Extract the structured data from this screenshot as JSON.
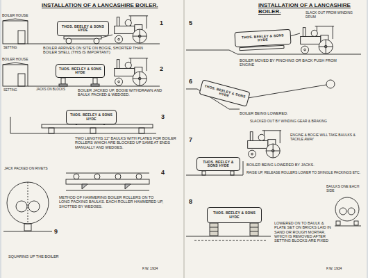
{
  "diagram": {
    "title": "INSTALLATION OF A LANCASHIRE BOILER.",
    "nodes": [
      {
        "text": [
          "THOS. BEELEY & SONS HYDE"
        ]
      },
      {
        "text": [
          "THOS. BEELEY & SONS HYDE"
        ]
      },
      {
        "text": [
          "THOS. BEELEY & SONS HYDE"
        ]
      },
      {
        "text": [
          "THOS. BEELEY & SONS HYDE"
        ]
      },
      {
        "text": [
          "THOS. BEELEY & SONS HYDE"
        ]
      },
      {
        "text": [
          "THOS. BEELEY & SONS HYDE"
        ]
      },
      {
        "text": [
          "THOS. BEELEY & SONS HYDE"
        ]
      }
    ],
    "labels": [
      "INSTALLATION OF A LANCASHIRE BOILER.",
      "BOILER HOUSE",
      "SETTING",
      "1",
      "BOILER ARRIVES ON SITE ON BOGIE, SHORTER THAN BOILER SHELL (THIS IS IMPORTANT)",
      "BOILER HOUSE",
      "2",
      "JACKS ON BLOCKS",
      "SETTING",
      "BOILER JACKED UP, BOGIE WITHDRAWN AND BAULK PACKED & WEDGED.",
      "3",
      "TWO LENGTHS 12\" BAULKS WITH PLATES FOR BOILER ROLLERS WHICH ARE BLOCKED UP SAME AT ENDS MANUALLY AND WEDGES.",
      "4",
      "METHOD OF HAMMERING BOILER ROLLERS ON TO LONG PACKING BAULKS. EACH ROLLER HAMMERED UP, SHOTTED BY WEDGES.",
      "JACK PACKED ON RIVETS",
      "9",
      "SQUARING UP THE BOILER",
      "F.W. 1934",
      "5",
      "SLACK OUT FROM WINDING DRUM",
      "BOILER MOVED BY PINCHING OR BACK PUSH FROM ENGINE",
      "6",
      "BOILER BEING LOWERED.",
      "SLACKED OUT BY WINDING GEAR & BRAKING",
      "7",
      "ENGINE & BOGIE WILL TAKE BAULKS & TACKLE AWAY",
      "BOILER BEING LOWERED BY JACKS.",
      "RAISE UP, RELEASE ROLLERS LOWER TO SHINGLE PACKINGS ETC.",
      "8",
      "LOWERED ON TO BAULK & PLATE SET ON BRICKS LAID IN SAND OR ROUGH MORTAR, WHICH IS REMOVED AFTER SETTING BLOCKS ARE FIXED",
      "BAULKS ONE EACH SIDE",
      "F.W. 1934"
    ]
  }
}
